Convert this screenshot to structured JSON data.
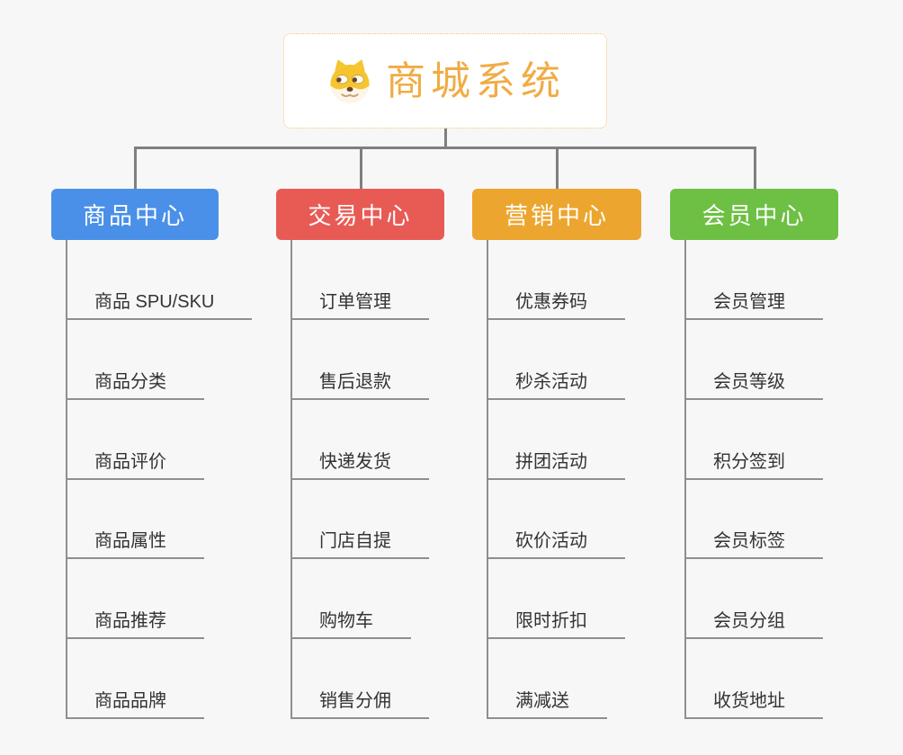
{
  "canvas": {
    "background": "#F7F7F7"
  },
  "root": {
    "title": "商城系统",
    "icon": "dog-face-icon",
    "title_color": "#F0AC44",
    "border_color": "#F2C077",
    "background": "#FFFFFF"
  },
  "connectors": {
    "tree_color": "#7F7F7F",
    "underline_color": "#8F8F8F"
  },
  "child_text_color": "#333333",
  "branches": [
    {
      "label": "商品中心",
      "color": "#4A90E8",
      "text_color": "#FFFFFF",
      "children": [
        "商品 SPU/SKU",
        "商品分类",
        "商品评价",
        "商品属性",
        "商品推荐",
        "商品品牌"
      ]
    },
    {
      "label": "交易中心",
      "color": "#E85B55",
      "text_color": "#FFFFFF",
      "children": [
        "订单管理",
        "售后退款",
        "快递发货",
        "门店自提",
        "购物车",
        "销售分佣"
      ]
    },
    {
      "label": "营销中心",
      "color": "#ECA62F",
      "text_color": "#FFFFFF",
      "children": [
        "优惠券码",
        "秒杀活动",
        "拼团活动",
        "砍价活动",
        "限时折扣",
        "满减送"
      ]
    },
    {
      "label": "会员中心",
      "color": "#6DC043",
      "text_color": "#FFFFFF",
      "children": [
        "会员管理",
        "会员等级",
        "积分签到",
        "会员标签",
        "会员分组",
        "收货地址"
      ]
    }
  ]
}
